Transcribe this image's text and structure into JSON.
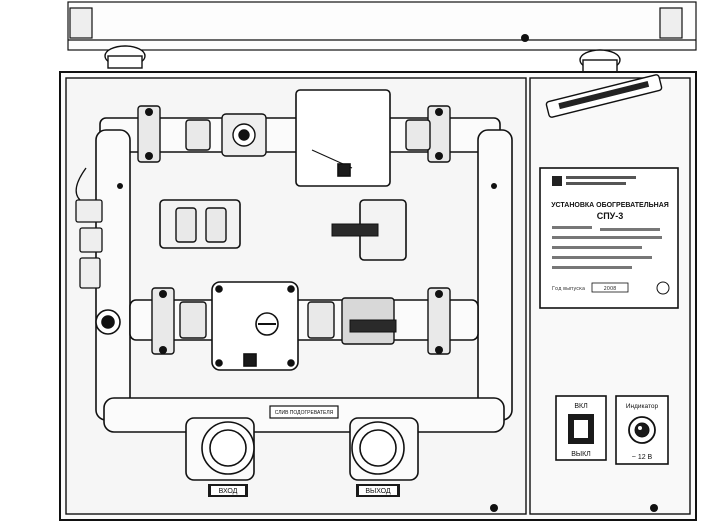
{
  "colors": {
    "background": "#ffffff",
    "line": "#111111",
    "panel": "#f6f6f6",
    "pipe": "#fbfbfb",
    "dark_fill": "#1a1a1a"
  },
  "plate": {
    "title_line1": "УСТАНОВКА ОБОГРЕВАТЕЛЬНАЯ",
    "title_line2": "СПУ-3",
    "year_label": "Год выпуска",
    "year": "2008"
  },
  "switch_panel": {
    "on_label": "ВКЛ",
    "off_label": "ВЫКЛ"
  },
  "indicator_panel": {
    "title": "Индикатор",
    "voltage": "~ 12 В"
  },
  "ports": {
    "inlet_label": "ВХОД",
    "outlet_label": "ВЫХОД"
  },
  "drain_label": "СЛИВ ПОДОГРЕВАТЕЛЯ",
  "icons": [
    "bolt-icon",
    "gauge-icon",
    "indicator-lamp-icon",
    "toggle-switch-icon",
    "logo-icon"
  ]
}
